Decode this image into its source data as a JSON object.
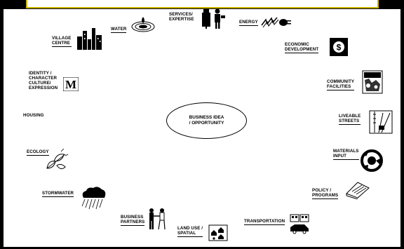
{
  "diagram": {
    "center": "BUSINESS IDEA\n/ OPPORTUNITY",
    "nodes": {
      "services": "SERVICES/\nEXPERTISE",
      "energy": "ENERGY",
      "economic": "ECONOMIC\nDEVELOPMENT",
      "community": "COMMUNITY\nFACILITIES",
      "liveable": "LIVEABLE\nSTREETS",
      "materials": "MATERIALS\nINPUT",
      "policy": "POLICY /\nPROGRAMS",
      "transportation": "TRANSPORTATION",
      "landuse": "LAND USE /\nSPATIAL",
      "partners": "BUSINESS\nPARTNERS",
      "stormwater": "STORMWATER",
      "ecology": "ECOLOGY",
      "housing": "HOUSING",
      "identity": "IDENTITY /\nCHARACTER\nCULTURE/\nEXPRESSION",
      "village": "VILLAGE\nCENTRE",
      "water": "WATER"
    },
    "identity_glyph": "M",
    "economic_glyph": "$"
  }
}
